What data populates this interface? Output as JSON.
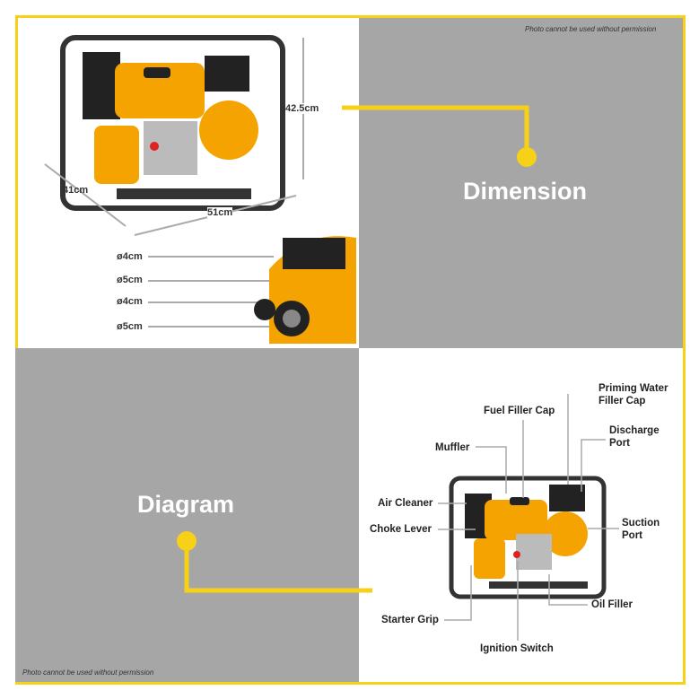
{
  "notice": "Photo cannot be used without permission",
  "dimension": {
    "title": "Dimension",
    "height": "42.5cm",
    "depth": "41cm",
    "width": "51cm",
    "ports": [
      "ø4cm",
      "ø5cm",
      "ø4cm",
      "ø5cm"
    ]
  },
  "diagram": {
    "title": "Diagram",
    "labels": {
      "priming_1": "Priming Water",
      "priming_2": "Filler Cap",
      "fuel": "Fuel Filler Cap",
      "discharge_1": "Discharge",
      "discharge_2": "Port",
      "muffler": "Muffler",
      "air": "Air Cleaner",
      "choke": "Choke Lever",
      "suction_1": "Suction",
      "suction_2": "Port",
      "oil": "Oil Filler",
      "starter": "Starter Grip",
      "ignition": "Ignition Switch"
    }
  },
  "colors": {
    "accent": "#f7d117",
    "panel_gray": "#a7a6a6",
    "pump_orange": "#f5a300"
  }
}
